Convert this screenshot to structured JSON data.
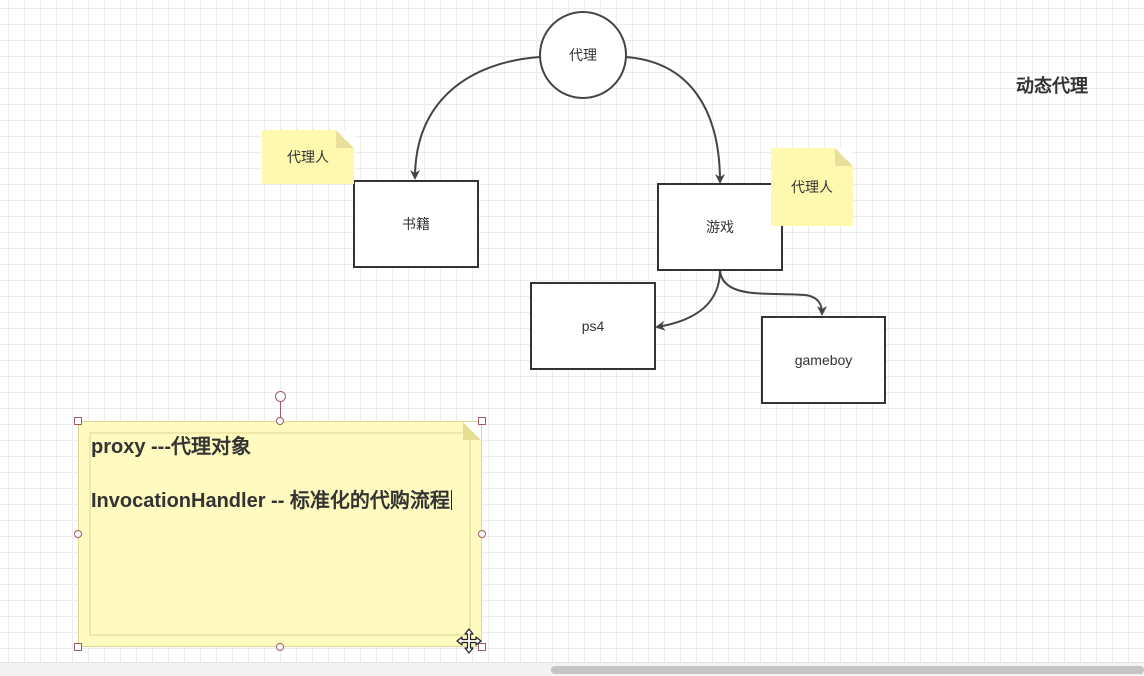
{
  "title": "动态代理",
  "nodes": {
    "proxy": "代理",
    "books": "书籍",
    "games": "游戏",
    "ps4": "ps4",
    "gameboy": "gameboy"
  },
  "notes": {
    "agent_left": "代理人",
    "agent_right": "代理人"
  },
  "big_note": {
    "line1": "proxy ---代理对象",
    "line2": "InvocationHandler -- 标准化的代购流程"
  },
  "colors": {
    "note_fill": "#fff9b0",
    "stroke": "#333333",
    "selection_handle": "#a05a6a"
  },
  "icons": {
    "move": "move-cursor-icon"
  }
}
